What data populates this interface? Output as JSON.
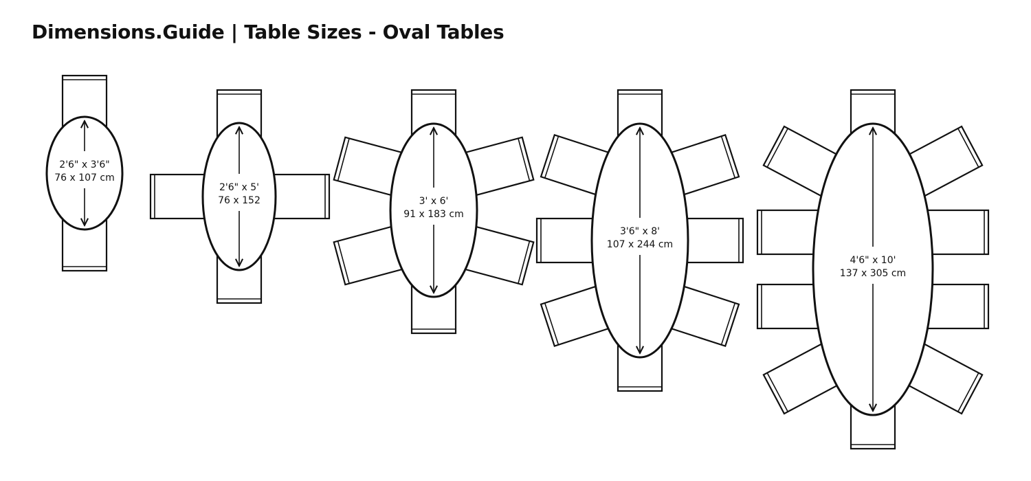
{
  "title": "Dimensions.Guide | Table Sizes - Oval Tables",
  "colors": {
    "line": "#111111",
    "background": "#ffffff"
  },
  "tables": [
    {
      "id": "oval-2x3",
      "seats": 2,
      "imperial": "2'6\" x 3'6\"",
      "metric": "76 x 107 cm"
    },
    {
      "id": "oval-4",
      "seats": 4,
      "imperial": "2'6\" x 5'",
      "metric": "76 x 152"
    },
    {
      "id": "oval-6",
      "seats": 6,
      "imperial": "3' x 6'",
      "metric": "91 x 183 cm"
    },
    {
      "id": "oval-8",
      "seats": 8,
      "imperial": "3'6\" x 8'",
      "metric": "107 x 244 cm"
    },
    {
      "id": "oval-10",
      "seats": 10,
      "imperial": "4'6\" x 10'",
      "metric": "137 x 305 cm"
    }
  ]
}
